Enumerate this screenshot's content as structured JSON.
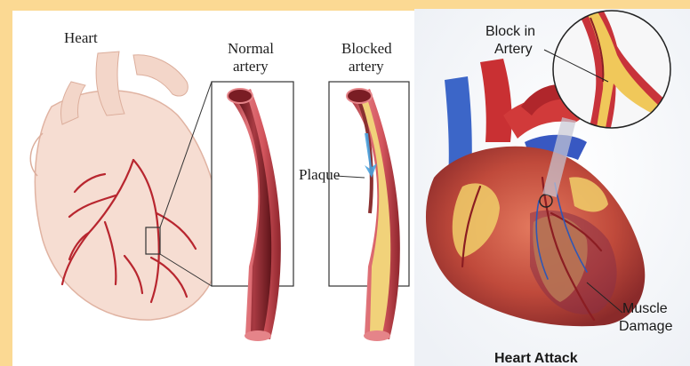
{
  "left_panel": {
    "heart_label": "Heart",
    "normal_artery_label_line1": "Normal",
    "normal_artery_label_line2": "artery",
    "blocked_artery_label_line1": "Blocked",
    "blocked_artery_label_line2": "artery",
    "plaque_label": "Plaque"
  },
  "right_panel": {
    "block_label_line1": "Block in",
    "block_label_line2": "Artery",
    "muscle_label_line1": "Muscle",
    "muscle_label_line2": "Damage",
    "title": "Heart Attack"
  },
  "colors": {
    "border": "#fbd993",
    "artery_wall": "#c9434a",
    "plaque": "#e8c35f",
    "heart_sketch": "#f4d9cf",
    "blood_flow": "#4aa3df"
  }
}
